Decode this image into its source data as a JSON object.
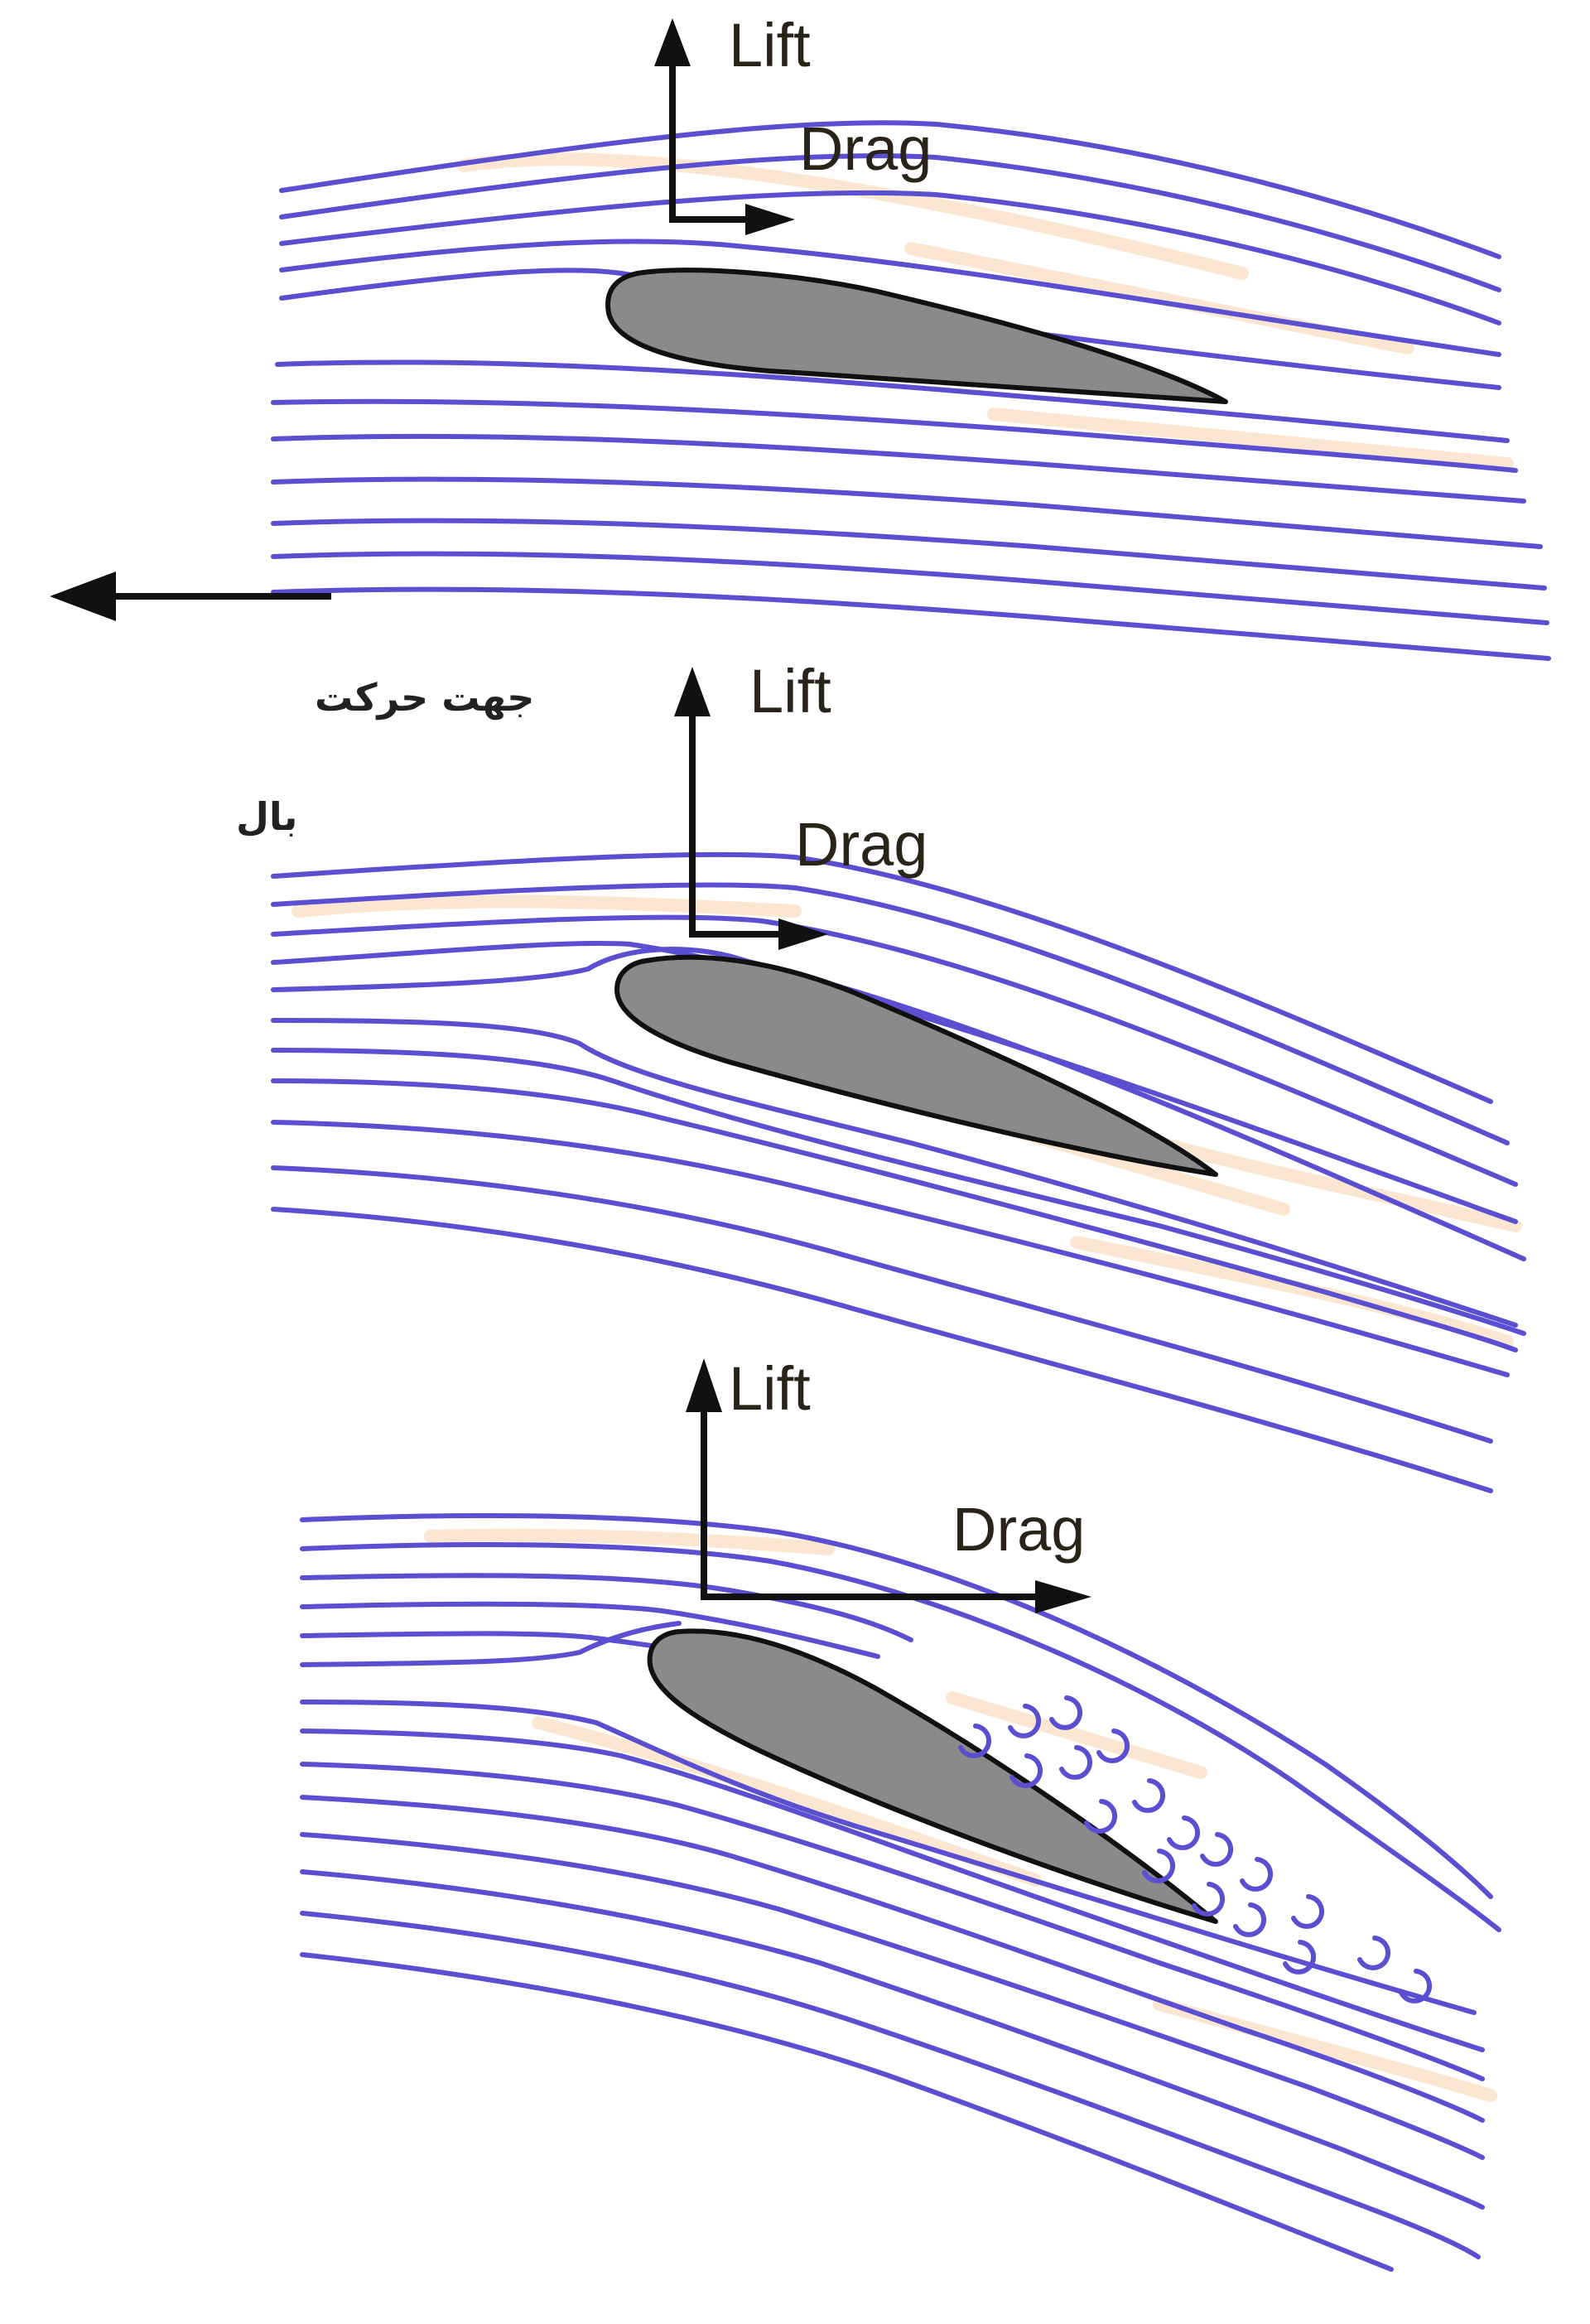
{
  "panels": [
    {
      "id": "low-angle",
      "lift_label": "Lift",
      "drag_label": "Drag",
      "flow": "attached"
    },
    {
      "id": "medium-angle",
      "lift_label": "Lift",
      "drag_label": "Drag",
      "flow": "attached"
    },
    {
      "id": "high-angle",
      "lift_label": "Lift",
      "drag_label": "Drag",
      "flow": "separated-turbulent-wake"
    }
  ],
  "direction_caption": {
    "line1": "جهت حرکت",
    "line2": "بال"
  },
  "colors": {
    "streamline": "#5a4fd0",
    "streamline_halo": "#fbe6d2",
    "airfoil_fill": "#8a8a8a",
    "vector": "#111111"
  },
  "icons": {
    "direction_arrow": "arrow-left-icon",
    "lift_arrow": "arrow-up-icon",
    "drag_arrow": "arrow-right-icon"
  }
}
